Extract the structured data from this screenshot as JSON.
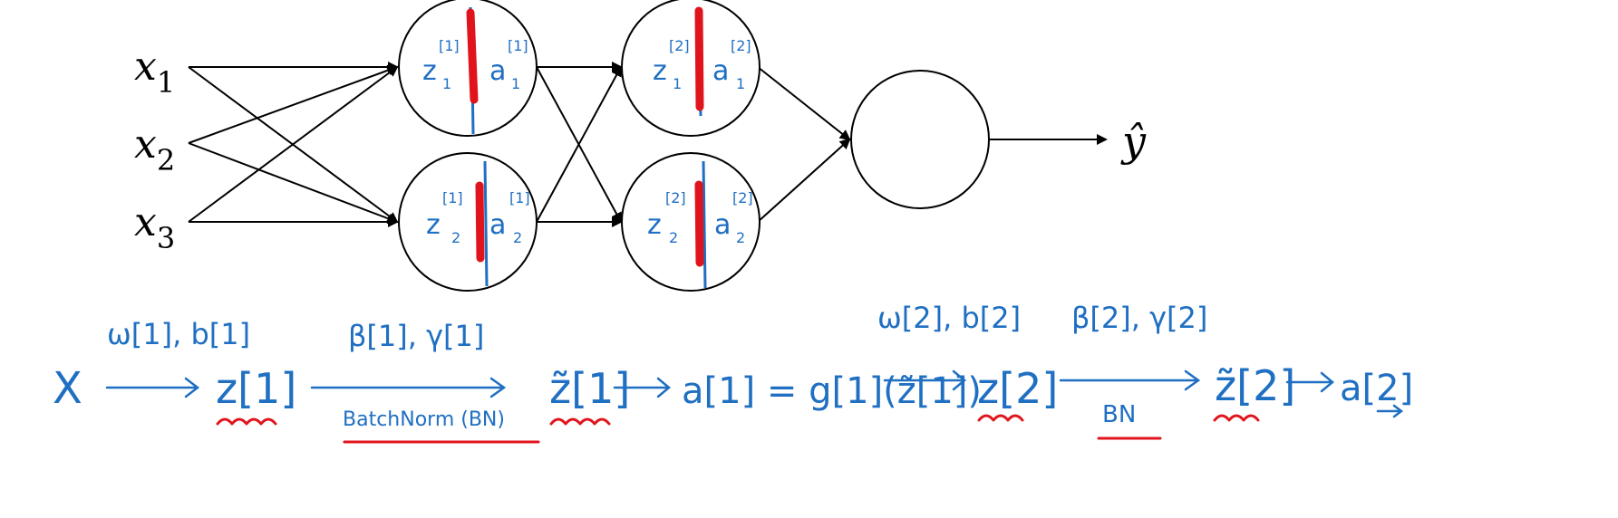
{
  "colors": {
    "ink": "#000000",
    "pen_blue": "#1f6fc2",
    "pen_red": "#e0141c",
    "background": "#ffffff"
  },
  "inputs": [
    {
      "base": "x",
      "sub": "1"
    },
    {
      "base": "x",
      "sub": "2"
    },
    {
      "base": "x",
      "sub": "3"
    }
  ],
  "output": {
    "label": "ŷ"
  },
  "layer1": [
    {
      "z": "z",
      "z_sup": "[1]",
      "z_sub": "1",
      "a": "a",
      "a_sup": "[1]",
      "a_sub": "1"
    },
    {
      "z": "z",
      "z_sup": "[1]",
      "z_sub": "2",
      "a": "a",
      "a_sup": "[1]",
      "a_sub": "2"
    }
  ],
  "layer2": [
    {
      "z": "z",
      "z_sup": "[2]",
      "z_sub": "1",
      "a": "a",
      "a_sup": "[2]",
      "a_sub": "1"
    },
    {
      "z": "z",
      "z_sup": "[2]",
      "z_sub": "2",
      "a": "a",
      "a_sup": "[2]",
      "a_sub": "2"
    }
  ],
  "pipeline": {
    "x": "X",
    "wb1": "ω[1], b[1]",
    "z1": "z[1]",
    "bg1": "β[1], γ[1]",
    "batchnorm": "BatchNorm (BN)",
    "ztilde1": "z̃[1]",
    "a1": "a[1] = g[1](z̃[1])",
    "wb2": "ω[2], b[2]",
    "z2": "z[2]",
    "bg2": "β[2], γ[2]",
    "bn": "BN",
    "ztilde2": "z̃[2]",
    "a2": "a[2]"
  }
}
